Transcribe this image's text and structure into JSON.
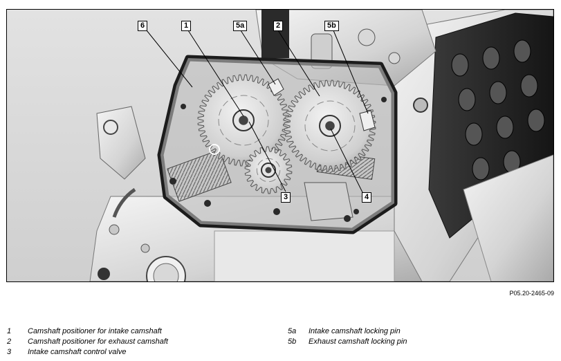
{
  "figure": {
    "reference_code": "P05.20-2465-09",
    "callouts": [
      {
        "id": "6",
        "label": "6"
      },
      {
        "id": "1",
        "label": "1"
      },
      {
        "id": "5a",
        "label": "5a"
      },
      {
        "id": "2",
        "label": "2"
      },
      {
        "id": "5b",
        "label": "5b"
      },
      {
        "id": "3",
        "label": "3"
      },
      {
        "id": "4",
        "label": "4"
      }
    ]
  },
  "legend": {
    "left": [
      {
        "num": "1",
        "text": "Camshaft positioner for intake camshaft"
      },
      {
        "num": "2",
        "text": "Camshaft positioner for exhaust camshaft"
      },
      {
        "num": "3",
        "text": "Intake camshaft control valve"
      }
    ],
    "right": [
      {
        "num": "5a",
        "text": "Intake camshaft locking pin"
      },
      {
        "num": "5b",
        "text": "Exhaust camshaft locking pin"
      }
    ]
  },
  "colors": {
    "engine_metal": "#dcdcdc",
    "engine_shadow": "#9a9a9a",
    "cylinder_head": "#2a2a2a",
    "gasket": "#1c1c1c",
    "gear": "#c8c8c8",
    "background": "#d6d6d6"
  }
}
